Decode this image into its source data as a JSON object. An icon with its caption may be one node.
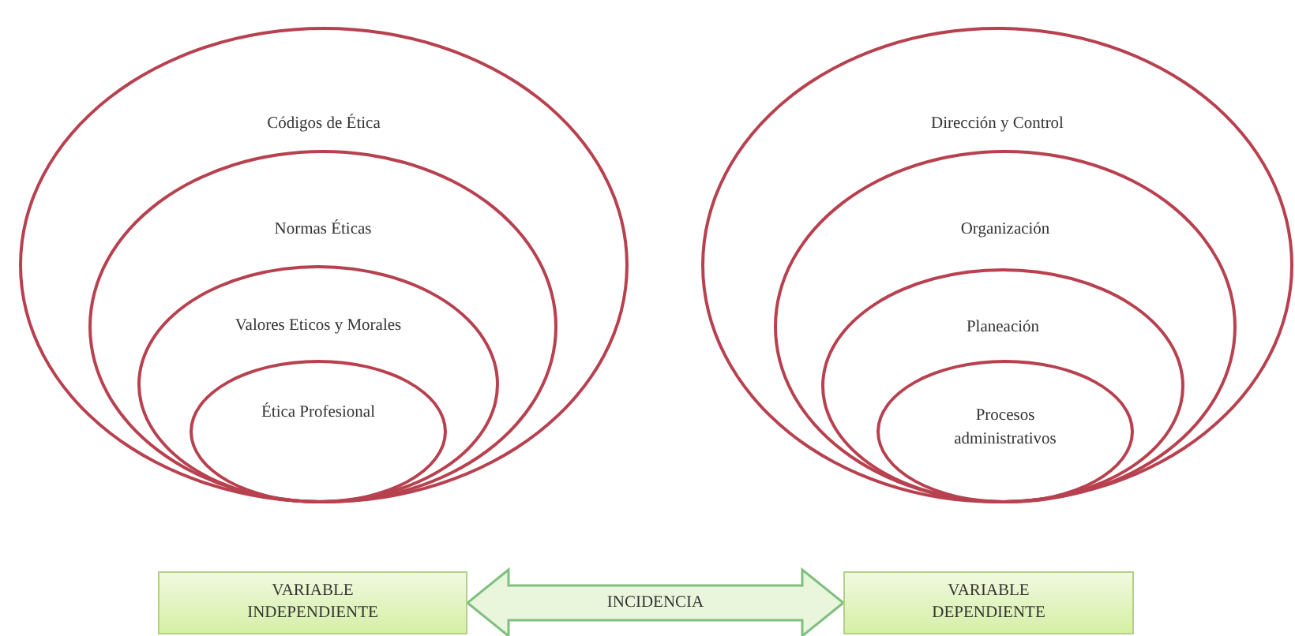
{
  "diagram": {
    "nodes": [
      {
        "text": [
          "Códigos de Ética"
        ]
      },
      {
        "text": [
          "Normas Éticas"
        ],
        "in": 0
      },
      {
        "text": [
          "Valores Eticos y Morales"
        ],
        "in": 1
      },
      {
        "text": [
          "Ética Profesional"
        ],
        "in": 2
      },
      {
        "text": [
          "Dirección y Control"
        ]
      },
      {
        "text": [
          "Organización"
        ],
        "in": 4
      },
      {
        "text": [
          "Planeación"
        ],
        "in": 5
      },
      {
        "text": [
          "Procesos administrativos"
        ],
        "in": 6
      },
      {
        "text": [
          "VARIABLE INDEPENDIENTE"
        ]
      },
      {
        "text": [
          "VARIABLE DEPENDIENTE"
        ]
      }
    ],
    "edges": [
      {
        "from": 8,
        "to": 9,
        "arrow": "both",
        "label": "INCIDENCIA",
        "style": "thick"
      }
    ]
  }
}
